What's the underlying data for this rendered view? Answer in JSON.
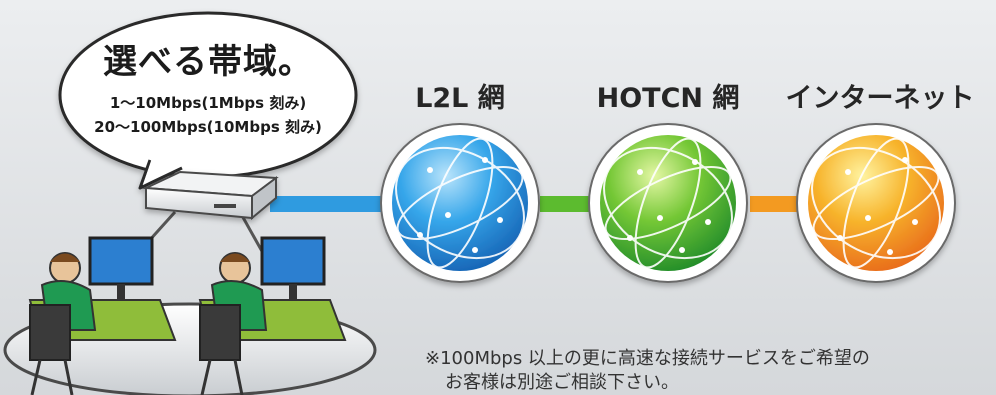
{
  "bubble": {
    "title": "選べる帯域。",
    "line1": "1～10Mbps(1Mbps 刻み)",
    "line2": "20～100Mbps(10Mbps 刻み)"
  },
  "networks": [
    {
      "label": "L2L 網",
      "color": "#2f93d9"
    },
    {
      "label": "HOTCN 網",
      "color": "#4fb534"
    },
    {
      "label": "インターネット",
      "color": "#f39a21"
    }
  ],
  "note": {
    "line1": "※100Mbps 以上の更に高速な接続サービスをご希望の",
    "line2": "お客様は別途ご相談下さい。"
  }
}
